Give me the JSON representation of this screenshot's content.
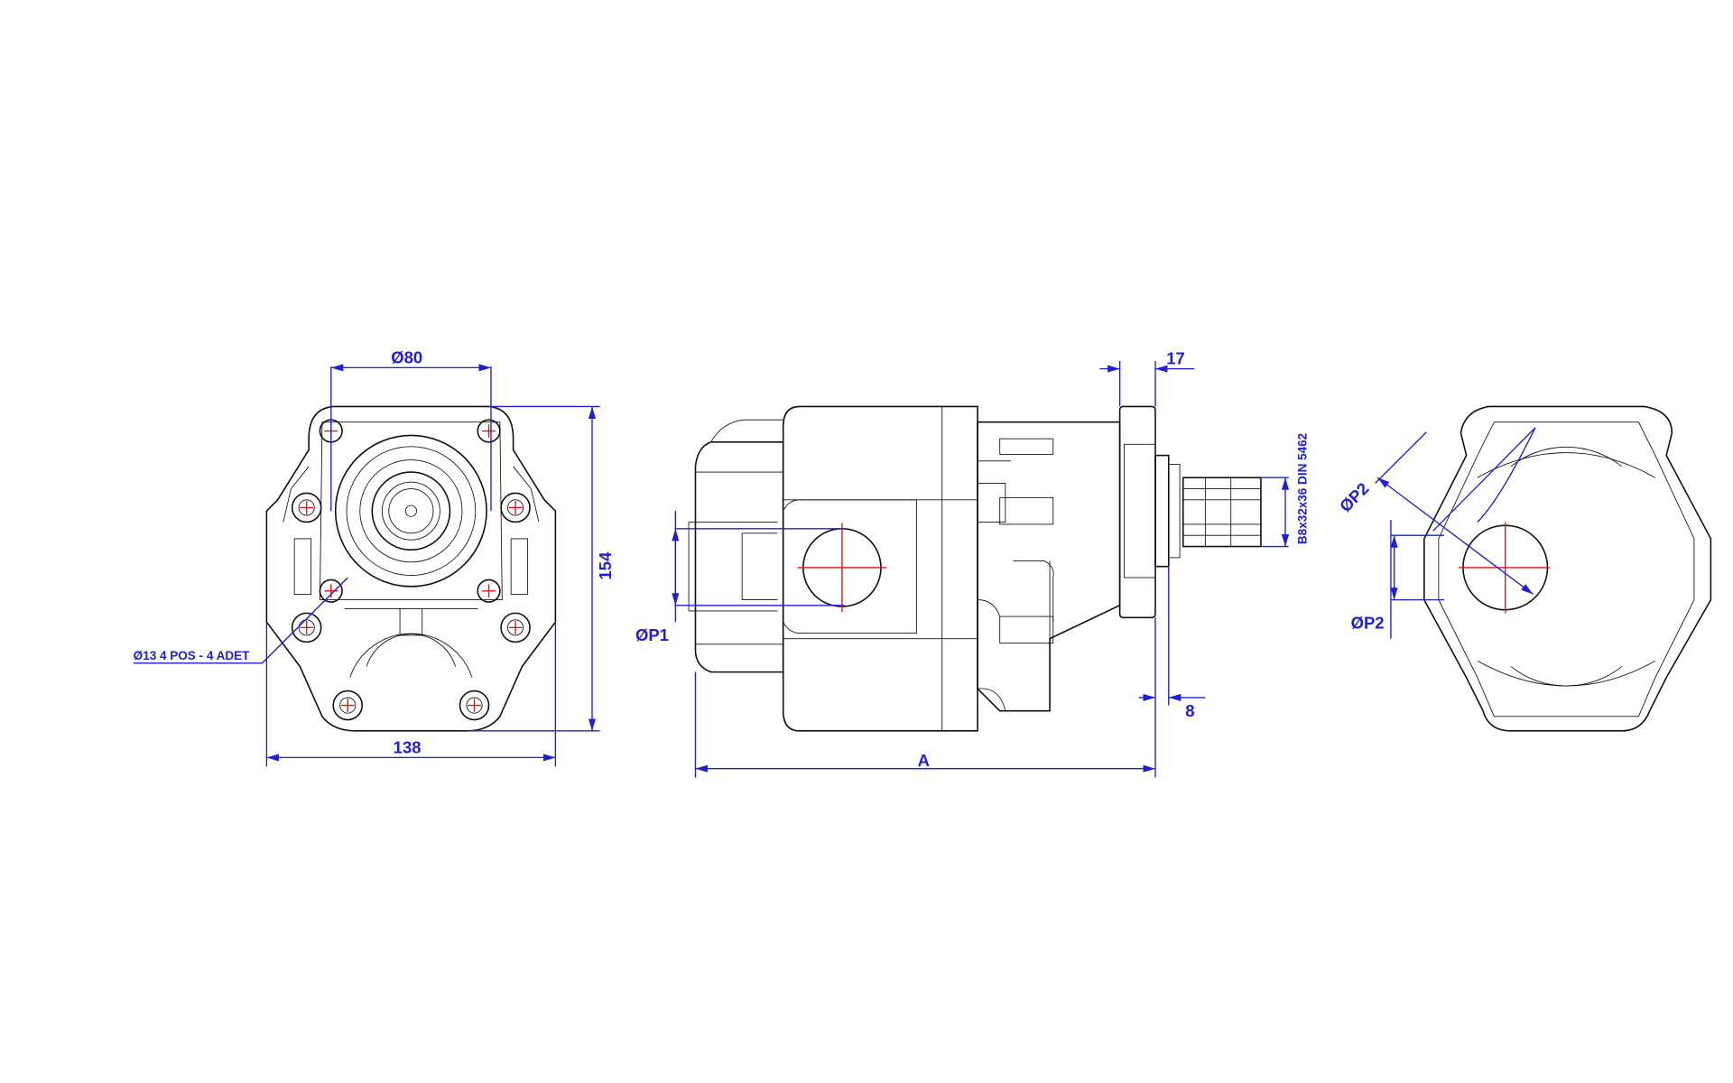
{
  "drawing": {
    "front_view": {
      "dim_bore": "Ø80",
      "dim_height": "154",
      "dim_width": "138",
      "hole_note": "Ø13 4 POS - 4 ADET"
    },
    "side_view": {
      "dim_port": "ØP1",
      "dim_length": "A",
      "dim_flange": "17",
      "dim_pilot": "8",
      "shaft_spec": "B8x32x36 DIN 5462"
    },
    "rear_view": {
      "dim_port_diag": "ØP2",
      "dim_port": "ØP2"
    },
    "colors": {
      "dimension": "#1f1fd6",
      "centerline": "#e01010",
      "outline": "#111111"
    }
  }
}
